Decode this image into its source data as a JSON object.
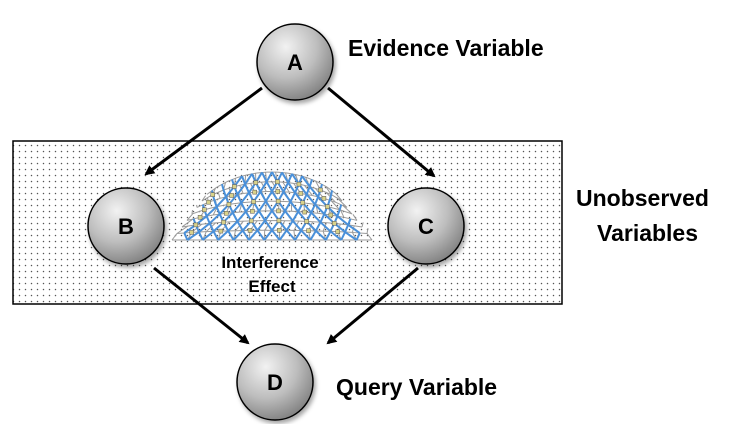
{
  "nodes": {
    "a": {
      "letter": "A",
      "label": "Evidence Variable"
    },
    "b": {
      "letter": "B"
    },
    "c": {
      "letter": "C"
    },
    "d": {
      "letter": "D",
      "label": "Query Variable"
    }
  },
  "unobserved_box": {
    "line1": "Unobserved",
    "line2": "Variables"
  },
  "interference": {
    "line1": "Interference",
    "line2": "Effect"
  },
  "colors": {
    "node_fill_light": "#ececec",
    "node_fill_dark": "#8a8a8a",
    "mesh_gray": "#9a9a9a",
    "mesh_blue": "#4a90d9",
    "mesh_node": "#d9d28a",
    "box_dots": "#555555"
  }
}
